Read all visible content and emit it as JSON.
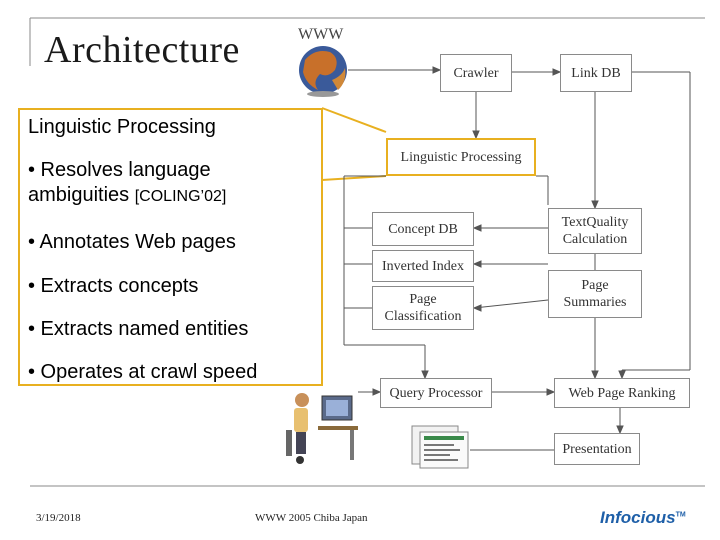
{
  "slide": {
    "title": "Architecture",
    "www_label": "WWW"
  },
  "callout": {
    "title": "Linguistic Processing",
    "bullets": [
      "• Resolves language ambiguities",
      "• Annotates Web pages",
      "• Extracts concepts",
      "• Extracts named entities",
      "• Operates at crawl speed"
    ],
    "ref": "[COLING’02]"
  },
  "diagram": {
    "crawler": "Crawler",
    "link_db": "Link DB",
    "linguistic_processing": "Linguistic Processing",
    "concept_db": "Concept DB",
    "inverted_index": "Inverted Index",
    "page_classification": "Page Classification",
    "text_quality": "TextQuality Calculation",
    "page_summaries": "Page Summaries",
    "query_processor": "Query Processor",
    "web_page_ranking": "Web Page Ranking",
    "presentation": "Presentation"
  },
  "footer": {
    "date": "3/19/2018",
    "center": "WWW 2005 Chiba Japan",
    "logo": "Infocious",
    "logo_mark": "TM"
  },
  "colors": {
    "highlight": "#e8b020",
    "logo": "#1e5fa8",
    "line": "#555555"
  }
}
